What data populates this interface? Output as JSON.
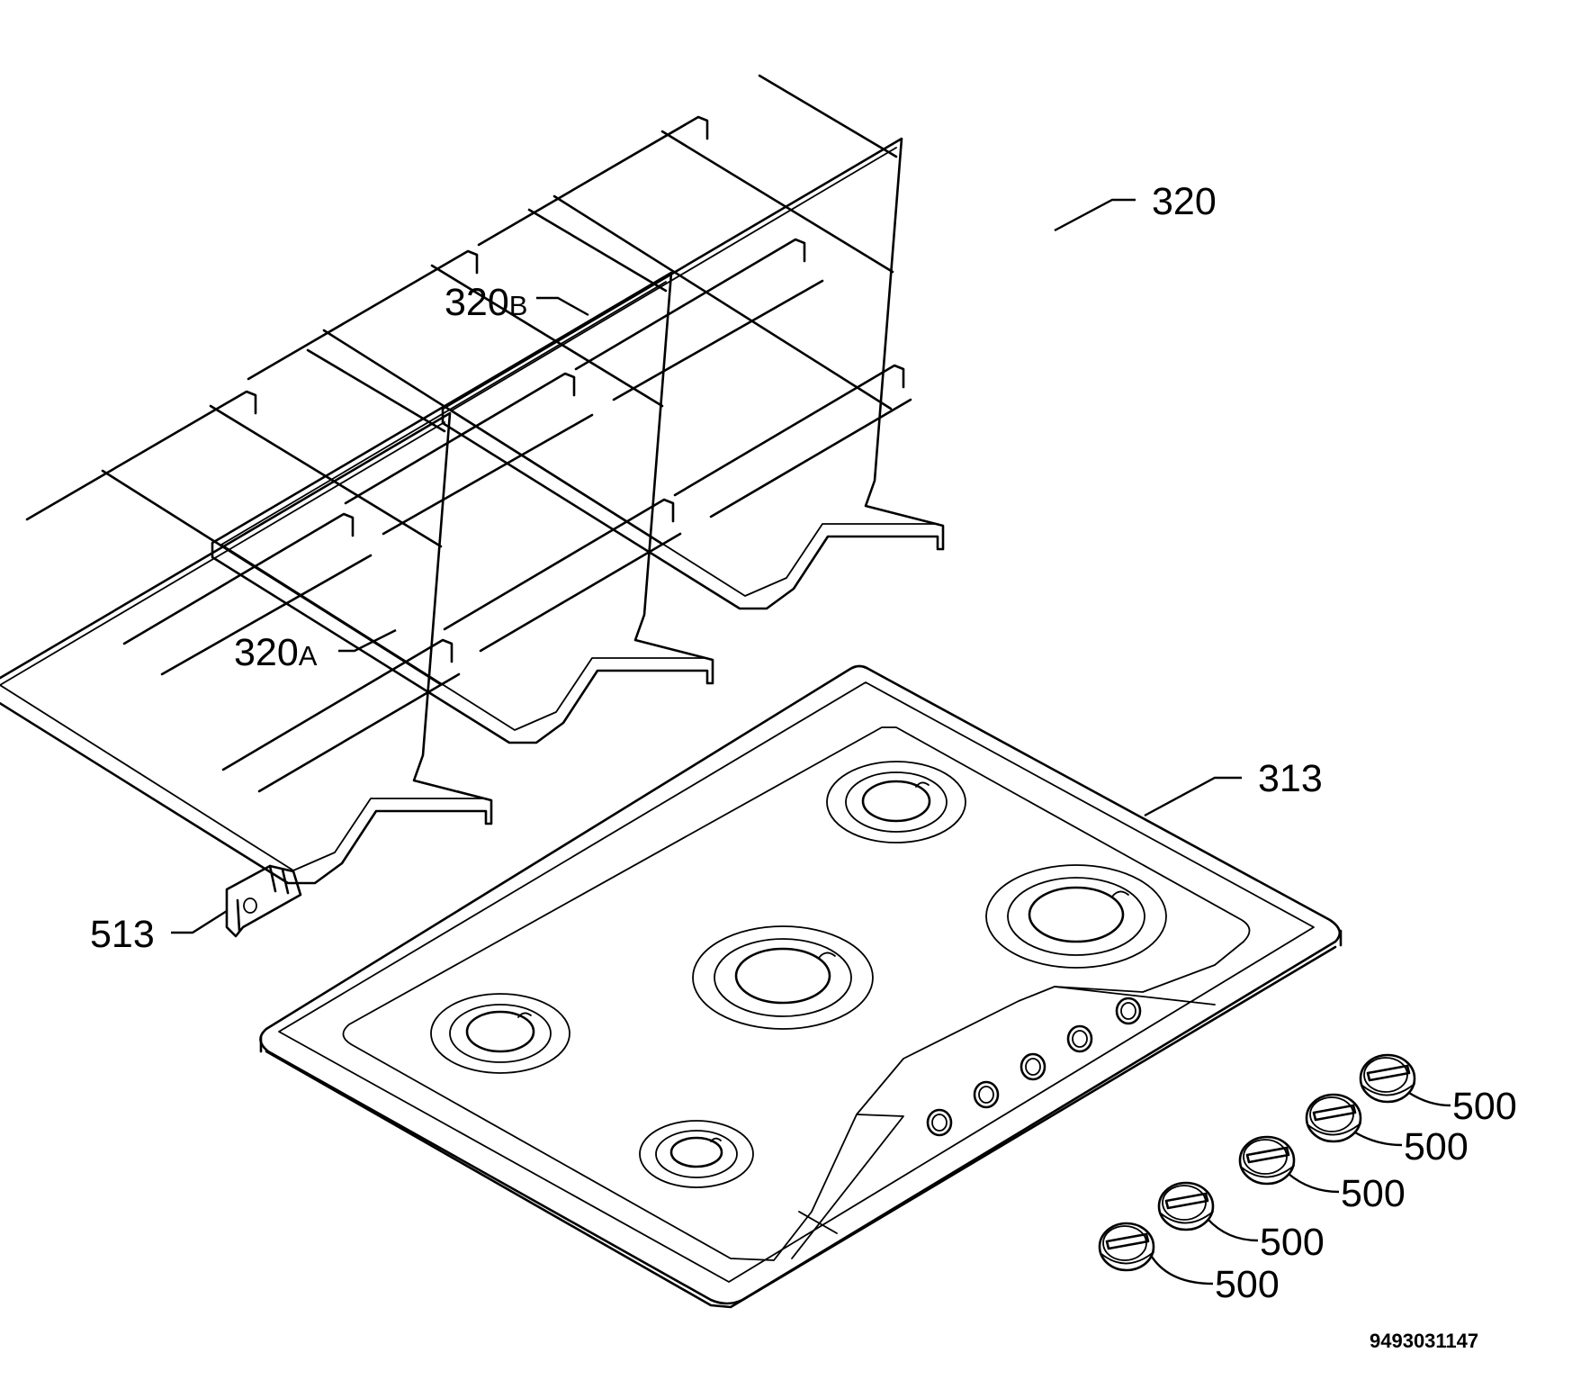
{
  "labels": {
    "pan_support_right": "320",
    "pan_support_middle_num": "320",
    "pan_support_middle_suffix": "B",
    "pan_support_left_num": "320",
    "pan_support_left_suffix": "A",
    "hob_top": "313",
    "clip": "513",
    "knob_1": "500",
    "knob_2": "500",
    "knob_3": "500",
    "knob_4": "500",
    "knob_5": "500"
  },
  "drawing_code": "9493031147"
}
